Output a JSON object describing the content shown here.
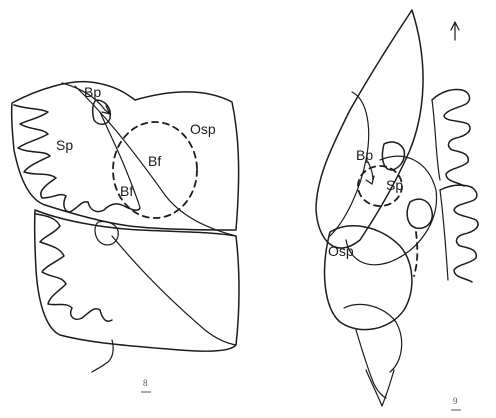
{
  "figure_left": {
    "labels": {
      "bp": "Bp",
      "sp": "Sp",
      "bf_upper": "Bf",
      "bf_lower": "Bf",
      "osp": "Osp"
    },
    "caption": "8"
  },
  "figure_right": {
    "labels": {
      "bp": "Bp",
      "sp": "Sp",
      "osp": "Osp"
    },
    "caption": "9"
  },
  "colors": {
    "ink": "#1c1c1c",
    "background": "#ffffff"
  }
}
